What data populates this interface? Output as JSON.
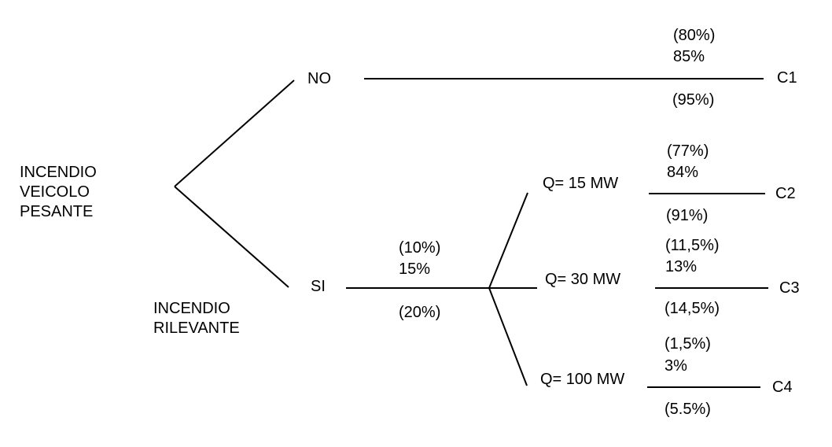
{
  "diagram": {
    "type": "event-tree",
    "background_color": "#ffffff",
    "line_color": "#000000",
    "text_color": "#000000",
    "root": {
      "label": "INCENDIO\nVEICOLO\nPESANTE"
    },
    "branch_no": {
      "label": "NO",
      "prob_upper": "(80%)",
      "prob_mid": "85%",
      "prob_lower": "(95%)",
      "outcome": "C1"
    },
    "branch_si": {
      "label": "SI",
      "sublabel": "INCENDIO\nRILEVANTE",
      "prob_upper": "(10%)",
      "prob_mid": "15%",
      "prob_lower": "(20%)"
    },
    "scenarios": [
      {
        "label": "Q= 15 MW",
        "prob_upper": "(77%)",
        "prob_mid": "84%",
        "prob_lower": "(91%)",
        "outcome": "C2"
      },
      {
        "label": "Q= 30 MW",
        "prob_upper": "(11,5%)",
        "prob_mid": "13%",
        "prob_lower": "(14,5%)",
        "outcome": "C3"
      },
      {
        "label": "Q= 100 MW",
        "prob_upper": "(1,5%)",
        "prob_mid": "3%",
        "prob_lower": "(5.5%)",
        "outcome": "C4"
      }
    ]
  }
}
